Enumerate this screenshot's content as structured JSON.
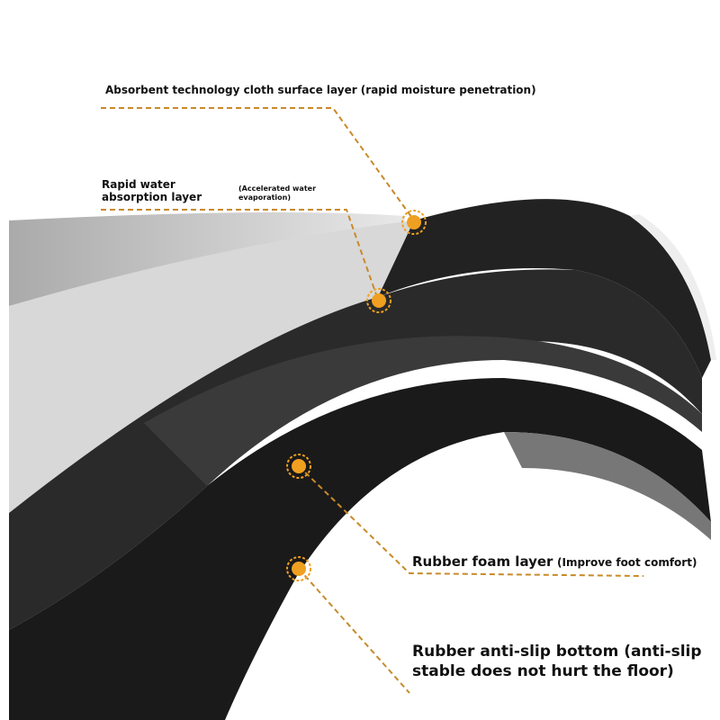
{
  "colors": {
    "accent": "#f0a020",
    "leader_line": "#c98a2a",
    "mat_black": "#1c1c1c",
    "cloth": "#dcdcdc"
  },
  "labels": {
    "surface": "Absorbent technology cloth surface layer (rapid moisture penetration)",
    "absorption_title_1": "Rapid water",
    "absorption_title_2": "absorption layer",
    "absorption_note_1": "(Accelerated water",
    "absorption_note_2": "evaporation)",
    "foam_title": "Rubber foam layer",
    "foam_note": "(Improve foot comfort)",
    "bottom_1": "Rubber anti-slip bottom (anti-slip",
    "bottom_2": "stable does not hurt the floor)"
  }
}
